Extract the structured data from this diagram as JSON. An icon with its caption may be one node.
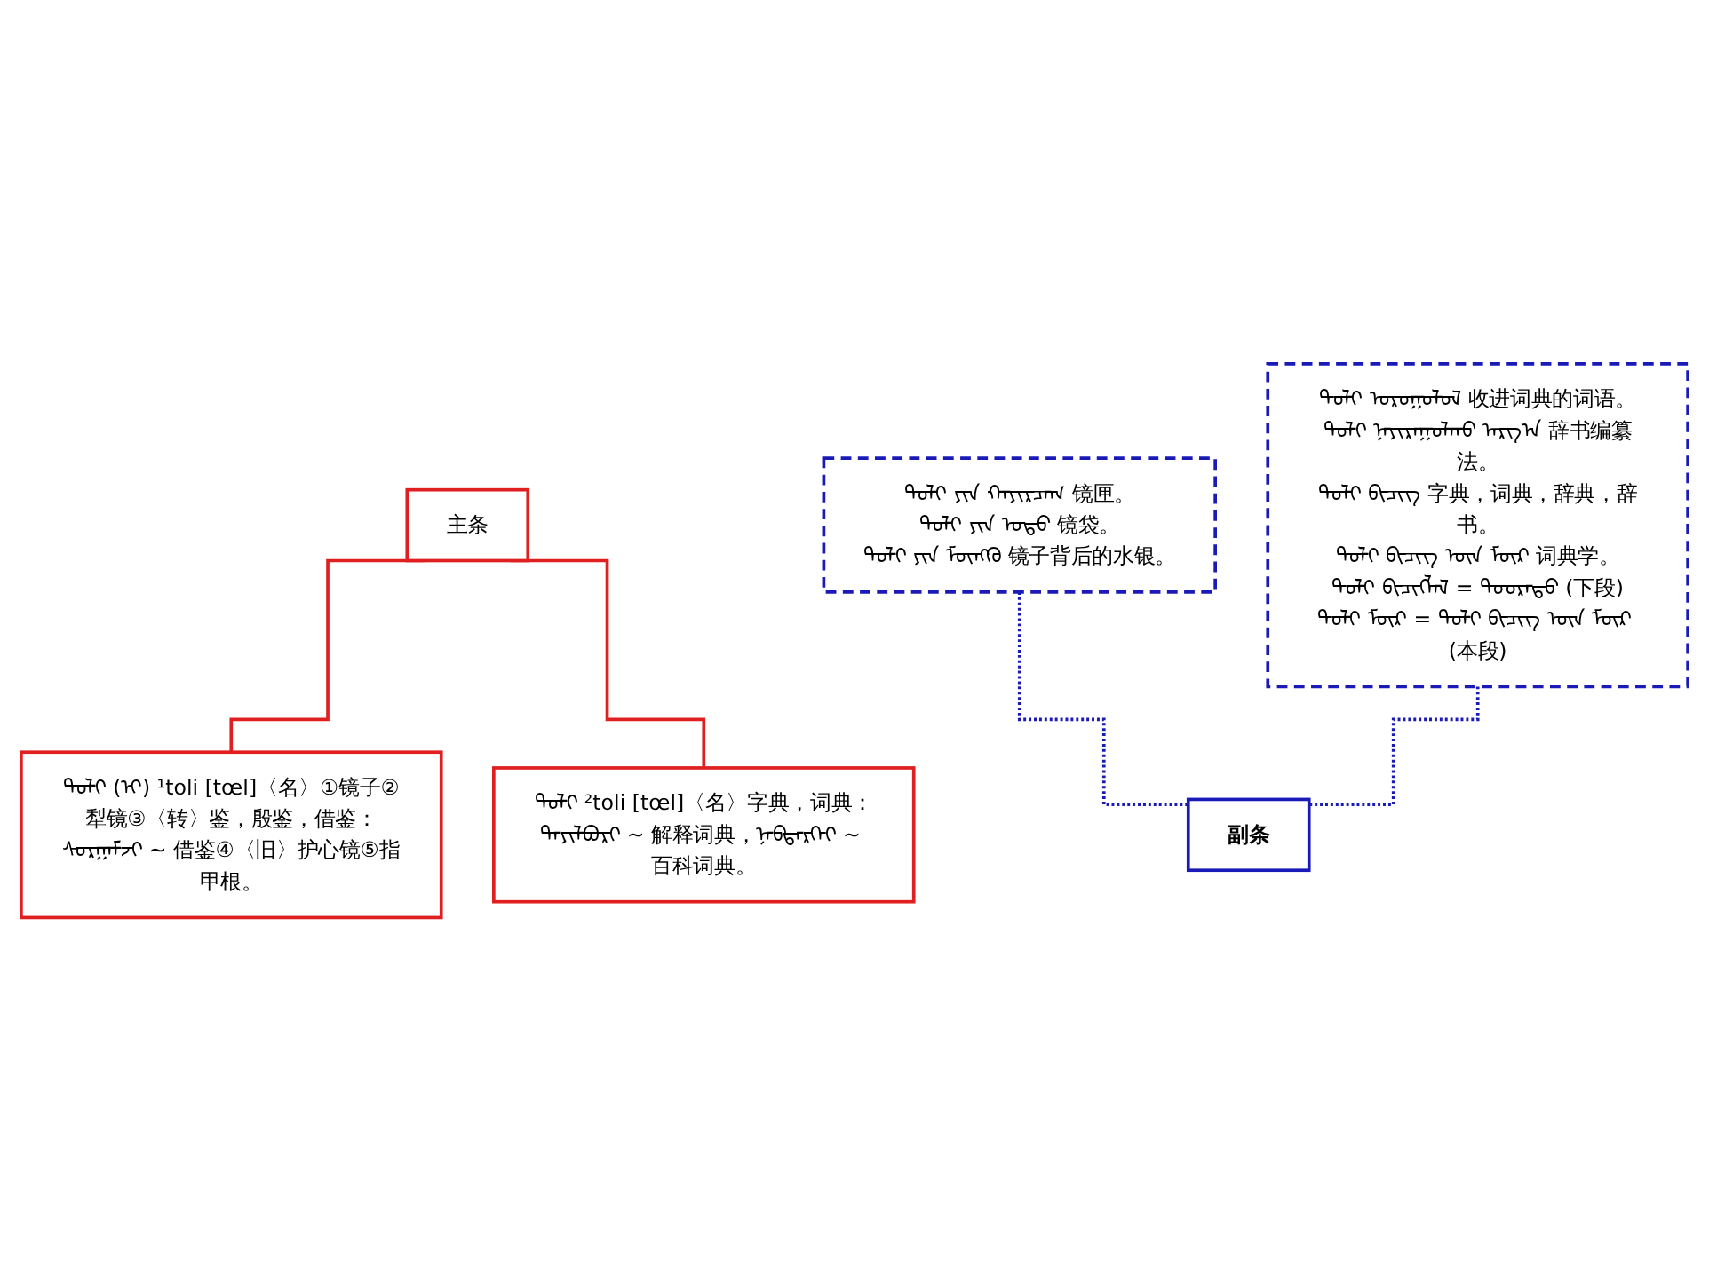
{
  "diagram": {
    "nodes": [
      {
        "text": [
          "主条"
        ]
      },
      {
        "text": [
          "ᠲᠣᠯᠢ (ᠢ) ¹toli [tœl]〈名〉①镜子②犁镜③〈转〉鉴，殷鉴，借鉴：ᠰᠤᠷᠭᠠᠮᠵᠢ ~ 借鉴④〈旧〉护心镜⑤指甲根。"
        ]
      },
      {
        "text": [
          "ᠲᠣᠯᠢ ᠶᠢᠨ ᠬᠠᠶᠢᠷᠴᠠᠭ 镜匣。",
          "ᠲᠣᠯᠢ ᠶᠢᠨ ᠤᠳᠤ 镜袋。",
          "ᠲᠣᠯᠢ ᠶᠢᠨ ᠮᠥᠩᠭᠥ 镜子背后的水银。"
        ]
      },
      {
        "text": [
          "ᠲᠣᠯᠢ ²toli [tœl]〈名〉字典，词典：ᠲᠠᠶᠢᠯᠪᠤᠷᠢ ~ 解释词典，ᠨᠡᠪᠲᠡᠷᠬᠡᠢ ~ 百科词典。"
        ]
      },
      {
        "text": [
          "ᠲᠣᠯᠢ ᠣᠷᠣᠭᠤᠯᠤᠯ 收进词典的词语。",
          "ᠲᠣᠯᠢ ᠨᠠᠶᠢᠷᠠᠭᠤᠯᠬᠤ ᠠᠷᠭ᠎ᠠ 辞书编纂法。",
          "ᠲᠣᠯᠢ ᠪᠢᠴᠢᠭ 字典，词典，辞典，辞书。",
          "ᠲᠣᠯᠢ ᠪᠢᠴᠢᠭ ᠦᠨ ᠮᠥᠷ 词典学。",
          "ᠲᠣᠯᠢ ᠪᠢᠴᠢᠭᠯᠡᠯ = ᠳᠤᠤᠷᠠᠳᠤ (下段)",
          "ᠲᠣᠯᠢ ᠮᠥᠷ = ᠲᠣᠯᠢ ᠪᠢᠴᠢᠭ ᠦᠨ ᠮᠥᠷ (本段)"
        ]
      },
      {
        "text": [
          "副条"
        ]
      }
    ],
    "edges": [
      {
        "from": 0,
        "to": 1,
        "arrow": "none",
        "color": "#e02020"
      },
      {
        "from": 0,
        "to": 3,
        "arrow": "none",
        "color": "#e02020"
      },
      {
        "from": 5,
        "to": 2,
        "arrow": "none",
        "style": "dashed",
        "color": "#1a1ab8"
      },
      {
        "from": 5,
        "to": 4,
        "arrow": "none",
        "style": "dashed",
        "color": "#1a1ab8"
      }
    ]
  }
}
